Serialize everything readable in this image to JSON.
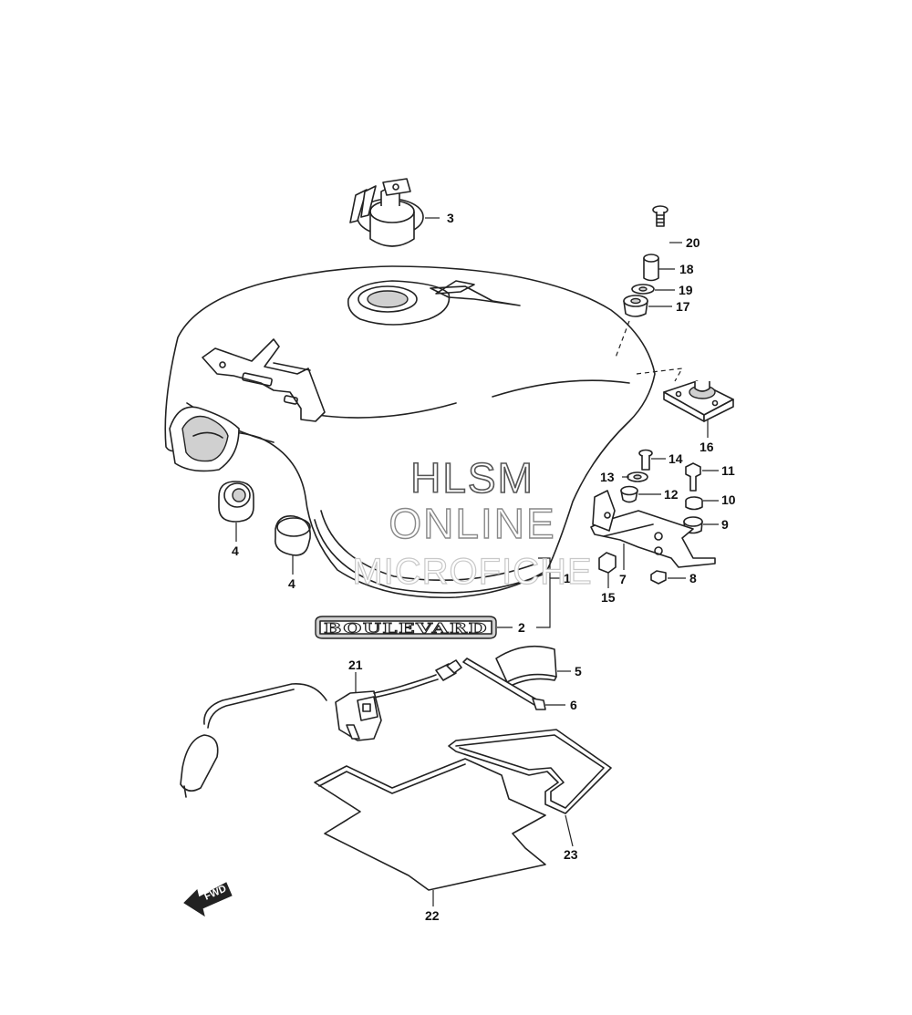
{
  "watermark": {
    "line1": "HLSM",
    "line2": "ONLINE",
    "line3": "MICROFICHE"
  },
  "emblem_text": "BOULEVARD",
  "direction_arrow": "FWD",
  "callouts": [
    {
      "id": "callout-1",
      "number": "1"
    },
    {
      "id": "callout-2",
      "number": "2"
    },
    {
      "id": "callout-3",
      "number": "3"
    },
    {
      "id": "callout-4a",
      "number": "4"
    },
    {
      "id": "callout-4b",
      "number": "4"
    },
    {
      "id": "callout-5",
      "number": "5"
    },
    {
      "id": "callout-6",
      "number": "6"
    },
    {
      "id": "callout-7",
      "number": "7"
    },
    {
      "id": "callout-8",
      "number": "8"
    },
    {
      "id": "callout-9",
      "number": "9"
    },
    {
      "id": "callout-10",
      "number": "10"
    },
    {
      "id": "callout-11",
      "number": "11"
    },
    {
      "id": "callout-12",
      "number": "12"
    },
    {
      "id": "callout-13",
      "number": "13"
    },
    {
      "id": "callout-14",
      "number": "14"
    },
    {
      "id": "callout-15",
      "number": "15"
    },
    {
      "id": "callout-16",
      "number": "16"
    },
    {
      "id": "callout-17",
      "number": "17"
    },
    {
      "id": "callout-18",
      "number": "18"
    },
    {
      "id": "callout-19",
      "number": "19"
    },
    {
      "id": "callout-20",
      "number": "20"
    },
    {
      "id": "callout-21",
      "number": "21"
    },
    {
      "id": "callout-22",
      "number": "22"
    },
    {
      "id": "callout-23",
      "number": "23"
    }
  ]
}
